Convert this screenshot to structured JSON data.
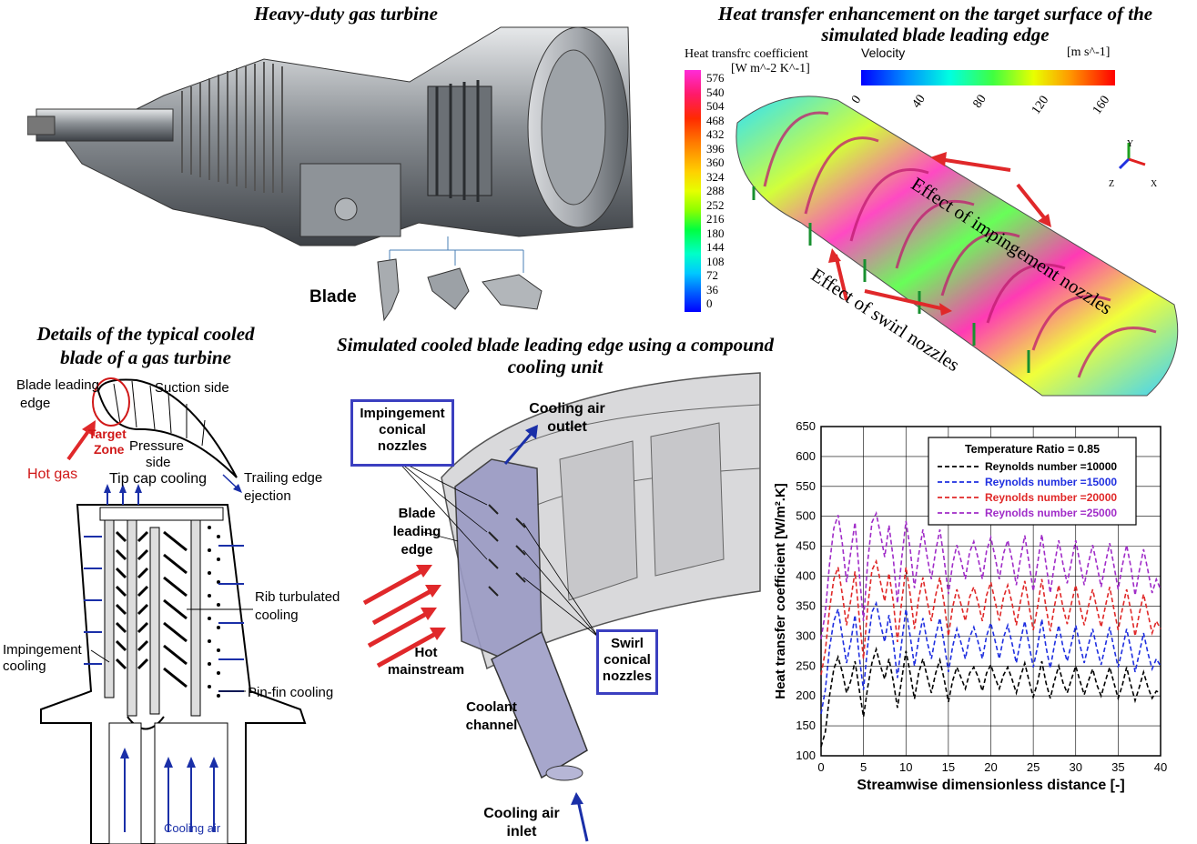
{
  "titles": {
    "turbine": "Heavy-duty gas turbine",
    "heat_transfer_line1": "Heat transfer enhancement on the target surface of the",
    "heat_transfer_line2": "simulated blade leading edge",
    "details_line1": "Details of the typical cooled",
    "details_line2": "blade of a gas turbine",
    "simulated_line1": "Simulated cooled blade leading edge using a compound",
    "simulated_line2": "cooling unit"
  },
  "turbine": {
    "blade_label": "Blade"
  },
  "contour": {
    "htc_title": "Heat transfrc coefficient",
    "htc_unit": "[W m^-2 K^-1]",
    "htc_ticks": [
      "576",
      "540",
      "504",
      "468",
      "432",
      "396",
      "360",
      "324",
      "288",
      "252",
      "216",
      "180",
      "144",
      "108",
      "72",
      "36",
      "0"
    ],
    "velocity_title": "Velocity",
    "velocity_unit": "[m s^-1]",
    "velocity_ticks": [
      "0",
      "40",
      "80",
      "120",
      "160"
    ],
    "effect_impingement": "Effect of impingement nozzles",
    "effect_swirl": "Effect of swirl nozzles",
    "axes": {
      "y": "Y",
      "z": "Z",
      "x": "X"
    }
  },
  "blade_details": {
    "leading_edge_1": "Blade leading",
    "leading_edge_2": "edge",
    "suction_side": "Suction side",
    "target_zone_1": "Target",
    "target_zone_2": "Zone",
    "pressure_side_1": "Pressure",
    "pressure_side_2": "side",
    "hot_gas": "Hot gas",
    "tip_cap": "Tip cap cooling",
    "trailing_1": "Trailing edge",
    "trailing_2": "ejection",
    "rib_1": "Rib turbulated",
    "rib_2": "cooling",
    "impingement_1": "Impingement",
    "impingement_2": "cooling",
    "pin_fin": "Pin-fin cooling",
    "cooling_air": "Cooling air"
  },
  "simulated": {
    "impingement_nozzles": [
      "Impingement",
      "conical",
      "nozzles"
    ],
    "cooling_outlet": [
      "Cooling air",
      "outlet"
    ],
    "blade_leading_edge": [
      "Blade",
      "leading",
      "edge"
    ],
    "swirl_nozzles": [
      "Swirl",
      "conical",
      "nozzles"
    ],
    "hot_mainstream": [
      "Hot",
      "mainstream"
    ],
    "coolant_channel": [
      "Coolant",
      "channel"
    ],
    "cooling_inlet": [
      "Cooling air",
      "inlet"
    ]
  },
  "colors": {
    "box_border": "#3b3fc0",
    "arrow_red": "#e0282a",
    "arrow_blue": "#1a2fa8"
  },
  "chart_data": {
    "type": "line",
    "title": "",
    "xlabel": "Streamwise dimensionless distance [-]",
    "ylabel": "Heat transfer coefficient [W/m².K]",
    "xlim": [
      0,
      40
    ],
    "ylim": [
      100,
      650
    ],
    "xticks": [
      0,
      5,
      10,
      15,
      20,
      25,
      30,
      35,
      40
    ],
    "yticks": [
      100,
      150,
      200,
      250,
      300,
      350,
      400,
      450,
      500,
      550,
      600,
      650
    ],
    "grid": true,
    "legend_title": "Temperature Ratio = 0.85",
    "legend_position": "top-right",
    "series": [
      {
        "name": "Reynolds number =10000",
        "color": "#000000",
        "x": [
          0,
          0.5,
          1,
          1.5,
          2,
          2.5,
          3,
          3.5,
          4,
          4.5,
          5,
          5.5,
          6,
          6.5,
          7,
          7.5,
          8,
          8.5,
          9,
          9.5,
          10,
          10.5,
          11,
          11.5,
          12,
          12.5,
          13,
          13.5,
          14,
          14.5,
          15,
          15.5,
          16,
          16.5,
          17,
          17.5,
          18,
          18.5,
          19,
          19.5,
          20,
          20.5,
          21,
          21.5,
          22,
          22.5,
          23,
          23.5,
          24,
          24.5,
          25,
          25.5,
          26,
          26.5,
          27,
          27.5,
          28,
          28.5,
          29,
          29.5,
          30,
          30.5,
          31,
          31.5,
          32,
          32.5,
          33,
          33.5,
          34,
          34.5,
          35,
          35.5,
          36,
          36.5,
          37,
          37.5,
          38,
          38.5,
          39,
          39.5,
          40
        ],
        "y": [
          115,
          140,
          200,
          245,
          265,
          240,
          205,
          225,
          258,
          210,
          165,
          215,
          255,
          278,
          250,
          228,
          262,
          225,
          180,
          228,
          275,
          238,
          195,
          238,
          262,
          232,
          205,
          238,
          260,
          228,
          190,
          225,
          248,
          230,
          212,
          238,
          248,
          232,
          208,
          238,
          252,
          230,
          212,
          235,
          248,
          228,
          205,
          232,
          255,
          225,
          198,
          222,
          258,
          222,
          196,
          225,
          250,
          222,
          205,
          228,
          250,
          225,
          202,
          225,
          245,
          218,
          200,
          225,
          248,
          222,
          196,
          218,
          248,
          218,
          192,
          215,
          240,
          215,
          196,
          208,
          205
        ]
      },
      {
        "name": "Reynolds number =15000",
        "color": "#1f2fe0",
        "x": [
          0,
          0.5,
          1,
          1.5,
          2,
          2.5,
          3,
          3.5,
          4,
          4.5,
          5,
          5.5,
          6,
          6.5,
          7,
          7.5,
          8,
          8.5,
          9,
          9.5,
          10,
          10.5,
          11,
          11.5,
          12,
          12.5,
          13,
          13.5,
          14,
          14.5,
          15,
          15.5,
          16,
          16.5,
          17,
          17.5,
          18,
          18.5,
          19,
          19.5,
          20,
          20.5,
          21,
          21.5,
          22,
          22.5,
          23,
          23.5,
          24,
          24.5,
          25,
          25.5,
          26,
          26.5,
          27,
          27.5,
          28,
          28.5,
          29,
          29.5,
          30,
          30.5,
          31,
          31.5,
          32,
          32.5,
          33,
          33.5,
          34,
          34.5,
          35,
          35.5,
          36,
          36.5,
          37,
          37.5,
          38,
          38.5,
          39,
          39.5,
          40
        ],
        "y": [
          170,
          210,
          280,
          325,
          345,
          300,
          255,
          290,
          335,
          265,
          210,
          285,
          340,
          355,
          320,
          290,
          335,
          290,
          230,
          290,
          345,
          300,
          250,
          295,
          330,
          290,
          262,
          300,
          330,
          288,
          240,
          282,
          312,
          288,
          262,
          298,
          315,
          290,
          262,
          300,
          322,
          292,
          262,
          298,
          318,
          288,
          255,
          292,
          325,
          285,
          248,
          282,
          328,
          282,
          246,
          285,
          318,
          282,
          258,
          288,
          318,
          285,
          255,
          285,
          312,
          278,
          252,
          285,
          315,
          280,
          248,
          278,
          312,
          278,
          240,
          272,
          305,
          272,
          245,
          262,
          250
        ]
      },
      {
        "name": "Reynolds number =20000",
        "color": "#e02828",
        "x": [
          0,
          0.5,
          1,
          1.5,
          2,
          2.5,
          3,
          3.5,
          4,
          4.5,
          5,
          5.5,
          6,
          6.5,
          7,
          7.5,
          8,
          8.5,
          9,
          9.5,
          10,
          10.5,
          11,
          11.5,
          12,
          12.5,
          13,
          13.5,
          14,
          14.5,
          15,
          15.5,
          16,
          16.5,
          17,
          17.5,
          18,
          18.5,
          19,
          19.5,
          20,
          20.5,
          21,
          21.5,
          22,
          22.5,
          23,
          23.5,
          24,
          24.5,
          25,
          25.5,
          26,
          26.5,
          27,
          27.5,
          28,
          28.5,
          29,
          29.5,
          30,
          30.5,
          31,
          31.5,
          32,
          32.5,
          33,
          33.5,
          34,
          34.5,
          35,
          35.5,
          36,
          36.5,
          37,
          37.5,
          38,
          38.5,
          39,
          39.5,
          40
        ],
        "y": [
          235,
          275,
          345,
          395,
          415,
          370,
          318,
          360,
          408,
          330,
          262,
          350,
          410,
          425,
          390,
          358,
          405,
          358,
          290,
          358,
          415,
          370,
          312,
          362,
          398,
          358,
          325,
          368,
          398,
          355,
          300,
          348,
          378,
          352,
          325,
          365,
          382,
          356,
          325,
          368,
          390,
          358,
          326,
          365,
          385,
          355,
          318,
          358,
          392,
          350,
          310,
          348,
          395,
          348,
          308,
          350,
          385,
          348,
          320,
          355,
          385,
          350,
          318,
          350,
          378,
          345,
          315,
          350,
          382,
          345,
          310,
          345,
          378,
          342,
          300,
          338,
          370,
          338,
          305,
          325,
          312
        ]
      },
      {
        "name": "Reynolds number =25000",
        "color": "#a02cc8",
        "x": [
          0,
          0.5,
          1,
          1.5,
          2,
          2.5,
          3,
          3.5,
          4,
          4.5,
          5,
          5.5,
          6,
          6.5,
          7,
          7.5,
          8,
          8.5,
          9,
          9.5,
          10,
          10.5,
          11,
          11.5,
          12,
          12.5,
          13,
          13.5,
          14,
          14.5,
          15,
          15.5,
          16,
          16.5,
          17,
          17.5,
          18,
          18.5,
          19,
          19.5,
          20,
          20.5,
          21,
          21.5,
          22,
          22.5,
          23,
          23.5,
          24,
          24.5,
          25,
          25.5,
          26,
          26.5,
          27,
          27.5,
          28,
          28.5,
          29,
          29.5,
          30,
          30.5,
          31,
          31.5,
          32,
          32.5,
          33,
          33.5,
          34,
          34.5,
          35,
          35.5,
          36,
          36.5,
          37,
          37.5,
          38,
          38.5,
          39,
          39.5,
          40
        ],
        "y": [
          295,
          340,
          420,
          480,
          502,
          455,
          390,
          440,
          490,
          405,
          325,
          425,
          490,
          505,
          470,
          432,
          485,
          430,
          355,
          430,
          492,
          445,
          380,
          435,
          478,
          432,
          395,
          442,
          478,
          428,
          370,
          420,
          452,
          425,
          395,
          440,
          458,
          430,
          395,
          442,
          465,
          432,
          395,
          438,
          460,
          428,
          385,
          430,
          468,
          422,
          375,
          420,
          470,
          420,
          372,
          420,
          460,
          420,
          388,
          425,
          460,
          422,
          385,
          422,
          452,
          418,
          382,
          422,
          455,
          418,
          378,
          418,
          452,
          415,
          368,
          410,
          445,
          410,
          372,
          395,
          378
        ]
      }
    ]
  }
}
